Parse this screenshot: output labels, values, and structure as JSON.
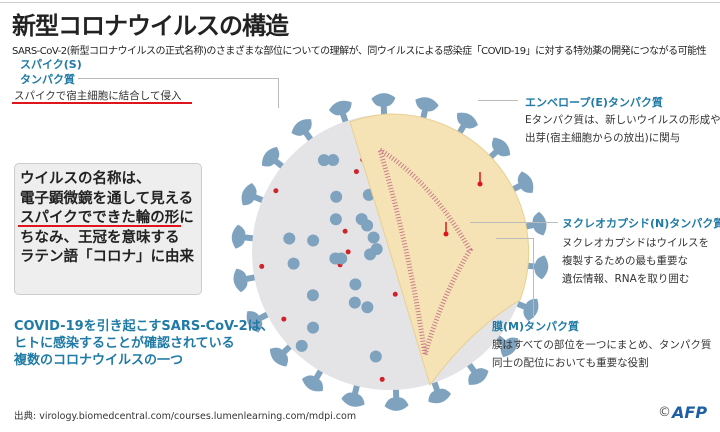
{
  "title": "新型コロナウイルスの構造",
  "subtitle": "SARS-CoV-2(新型コロナウイルスの正式名称)のさまざまな部位についての理解が、同ウイルスによる感染症「COVID-19」に対する特効薬の開発につながる可能性",
  "spike": {
    "label1": "スパイク(S)",
    "label2": "タンパク質",
    "desc": "スパイクで宿主細胞に結合して侵入"
  },
  "name_box": {
    "lines": [
      "ウイルスの名称は、",
      "電子顕微鏡を通して見える",
      "スパイクでできた輪の形に",
      "ちなみ、王冠を意味する",
      "ラテン語「コロナ」に由来"
    ]
  },
  "covid_note": {
    "lines": [
      "COVID-19を引き起こすSARS-CoV-2は、",
      "ヒトに感染することが確認されている",
      "複数のコロナウイルスの一つ"
    ]
  },
  "envelope": {
    "label": "エンベロープ(E)タンパク質",
    "lines": [
      "Eタンパク質は、新しいウイルスの形成や",
      "出芽(宿主細胞からの放出)に関与"
    ]
  },
  "nucleocapsid": {
    "label": "ヌクレオカプシド(N)タンパク質",
    "lines": [
      "ヌクレオカプシドはウイルスを",
      "複製するための最も重要な",
      "遺伝情報、RNAを取り囲む"
    ]
  },
  "membrane": {
    "label": "膜(M)タンパク質",
    "lines": [
      "膜はすべての部位を一つにまとめ、タンパク質",
      "同士の配位においても重要な役割"
    ]
  },
  "source": "出典: virology.biomedcentral.com/courses.lumenlearning.com/mdpi.com",
  "credit": {
    "copyright": "©",
    "logo": "AFP"
  },
  "colors": {
    "accent_blue": "#1f7aa6",
    "spike": "#7fa3bf",
    "underline": "#e0141c",
    "core": "#f6e3b5",
    "rna": "#c87c8a"
  }
}
